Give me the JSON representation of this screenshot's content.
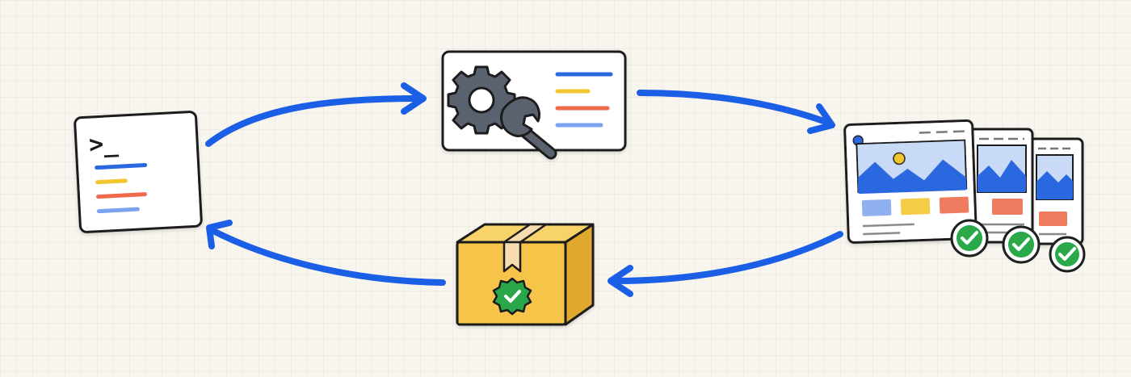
{
  "palette": {
    "background": "#f8f4ee",
    "ink": "#1f1f1f",
    "arrow_blue": "#1a5fe6",
    "line_blue": "#2b67e0",
    "line_yellow": "#f2c62f",
    "line_red": "#ef6a4c",
    "line_lightblue": "#7aa2ee",
    "gear_gray": "#5a6270",
    "package_yellow": "#f5c44a",
    "package_tape": "#f6dcb0",
    "check_green": "#2aa84a"
  },
  "terminal": {
    "prompt": ">_",
    "icon": "terminal-icon"
  },
  "build": {
    "icon": "gear-wrench-icon"
  },
  "previews": {
    "icon": "web-page-preview-icon",
    "pages": 3
  },
  "package": {
    "icon": "package-box-icon"
  },
  "flow": [
    "terminal-to-build",
    "build-to-previews",
    "previews-to-package",
    "package-to-terminal"
  ]
}
